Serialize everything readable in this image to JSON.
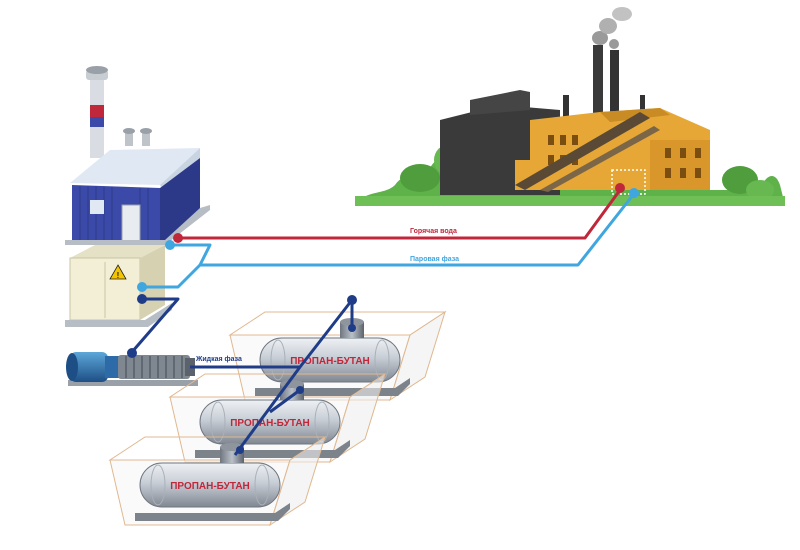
{
  "pipes": {
    "hot_water": {
      "label": "Горячая вода",
      "color": "#c0273a"
    },
    "vapor": {
      "label": "Паровая фаза",
      "color": "#3fa6e0"
    },
    "liquid": {
      "label": "Жидкая фаза",
      "color": "#1f3c88"
    }
  },
  "tanks": [
    {
      "label": "ПРОПАН-БУТАН"
    },
    {
      "label": "ПРОПАН-БУТАН"
    },
    {
      "label": "ПРОПАН-БУТАН"
    }
  ],
  "icons": [
    "factory-icon",
    "boiler-house-icon",
    "control-cabinet-icon",
    "warning-icon",
    "pump-icon",
    "gas-tank-icon"
  ],
  "colors": {
    "building_blue": "#3b4aa8",
    "roof": "#dfe8f3",
    "factory_orange": "#e6a737",
    "factory_dark": "#3a3a3a",
    "greenery": "#5fb24a"
  }
}
